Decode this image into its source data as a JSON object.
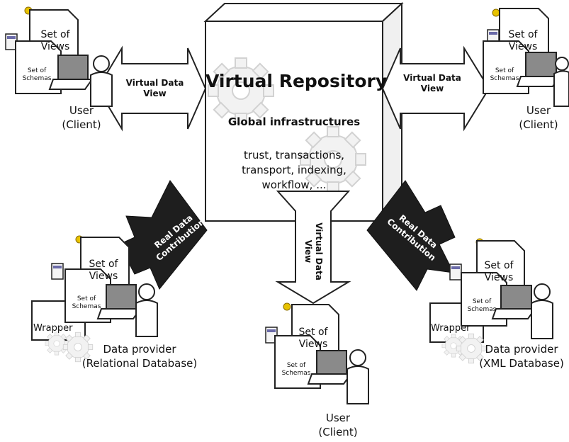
{
  "title": "Virtual Repository",
  "subtitle": "Global infrastructures",
  "infrastructure_lines": [
    "trust, transactions,",
    "transport, indexing,",
    "workflow, ..."
  ],
  "arrows": {
    "virtual_left": [
      "Virtual Data",
      "View"
    ],
    "virtual_right": [
      "Virtual Data",
      "View"
    ],
    "virtual_bottom": [
      "Virtual Data",
      "View"
    ],
    "real_left": [
      "Real Data",
      "Contribution"
    ],
    "real_right": [
      "Real Data",
      "Contribution"
    ]
  },
  "doc_labels": {
    "views": [
      "Set of",
      "Views"
    ],
    "schemas": [
      "Set of",
      "Schemas"
    ]
  },
  "wrapper_label": "Wrapper",
  "captions": {
    "user_top_left": [
      "User",
      "(Client)"
    ],
    "user_top_right": [
      "User",
      "(Client)"
    ],
    "user_bottom": [
      "User",
      "(Client)"
    ],
    "provider_left": [
      "Data provider",
      "(Relational Database)"
    ],
    "provider_right": [
      "Data provider",
      "(XML Database)"
    ]
  },
  "colors": {
    "outline": "#222222",
    "arrow_dark": "#1e1e1e",
    "gear_fill": "#f2f2f2",
    "screen": "#8a8a8a",
    "folder_bar": "#6a6aa8"
  }
}
